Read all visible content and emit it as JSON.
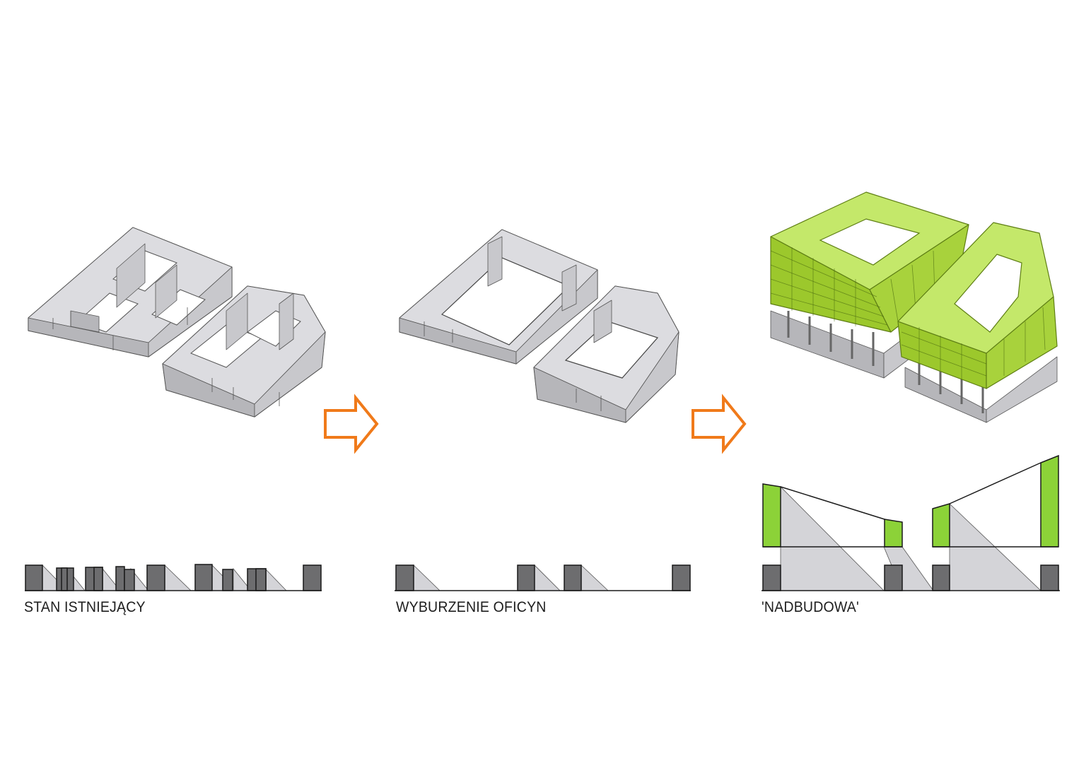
{
  "captions": {
    "existing": "STAN ISTNIEJĄCY",
    "demolition": "WYBURZENIE OFICYN",
    "addition": "'NADBUDOWA'"
  },
  "colors": {
    "arrow": "#f07a1a",
    "extension_green": "#a8d23c",
    "building_grey": "#d8d8dc",
    "section_dark": "#6d6d6f"
  },
  "icons": {
    "arrow_1": "arrow-right-icon",
    "arrow_2": "arrow-right-icon"
  }
}
